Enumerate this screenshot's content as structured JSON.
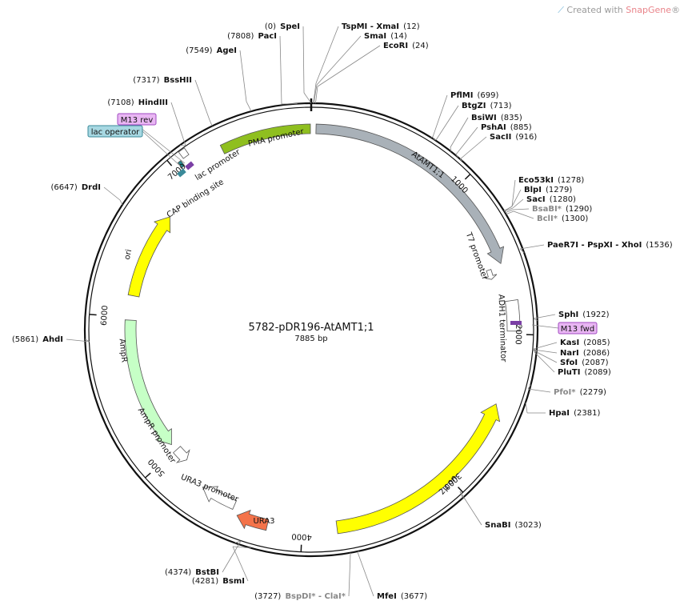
{
  "brand": {
    "prefix": "Created with ",
    "name": "SnapGene",
    "reg": "®",
    "icon": "snapgene-logo-icon",
    "color": "#e9848a"
  },
  "plasmid": {
    "name": "5782-pDR196-AtAMT1;1",
    "length_label": "7885 bp",
    "length": 7885
  },
  "ticks": [
    "1000",
    "2000",
    "3000",
    "4000",
    "5000",
    "6000",
    "7000"
  ],
  "sites": [
    {
      "pos": 0,
      "name": "SpeI",
      "pos_label": "(0)"
    },
    {
      "pos": 7808,
      "name": "PacI",
      "pos_label": "(7808)"
    },
    {
      "pos": 12,
      "name": "TspMI - XmaI",
      "pos_label": "(12)"
    },
    {
      "pos": 14,
      "name": "SmaI",
      "pos_label": "(14)"
    },
    {
      "pos": 24,
      "name": "EcoRI",
      "pos_label": "(24)"
    },
    {
      "pos": 7549,
      "name": "AgeI",
      "pos_label": "(7549)"
    },
    {
      "pos": 7317,
      "name": "BssHII",
      "pos_label": "(7317)"
    },
    {
      "pos": 7108,
      "name": "HindIII",
      "pos_label": "(7108)"
    },
    {
      "pos": 6647,
      "name": "DrdI",
      "pos_label": "(6647)"
    },
    {
      "pos": 5861,
      "name": "AhdI",
      "pos_label": "(5861)"
    },
    {
      "pos": 699,
      "name": "PflMI",
      "pos_label": "(699)"
    },
    {
      "pos": 713,
      "name": "BtgZI",
      "pos_label": "(713)"
    },
    {
      "pos": 835,
      "name": "BsiWI",
      "pos_label": "(835)"
    },
    {
      "pos": 885,
      "name": "PshAI",
      "pos_label": "(885)"
    },
    {
      "pos": 916,
      "name": "SacII",
      "pos_label": "(916)"
    },
    {
      "pos": 1278,
      "name": "Eco53kI",
      "pos_label": "(1278)"
    },
    {
      "pos": 1279,
      "name": "BlpI",
      "pos_label": "(1279)"
    },
    {
      "pos": 1280,
      "name": "SacI",
      "pos_label": "(1280)"
    },
    {
      "pos": 1290,
      "name": "BsaBI*",
      "pos_label": "(1290)",
      "grey": true
    },
    {
      "pos": 1300,
      "name": "BclI*",
      "pos_label": "(1300)",
      "grey": true
    },
    {
      "pos": 1536,
      "name": "PaeR7I - PspXI - XhoI",
      "pos_label": "(1536)"
    },
    {
      "pos": 1922,
      "name": "SphI",
      "pos_label": "(1922)"
    },
    {
      "pos": 2085,
      "name": "KasI",
      "pos_label": "(2085)"
    },
    {
      "pos": 2086,
      "name": "NarI",
      "pos_label": "(2086)"
    },
    {
      "pos": 2087,
      "name": "SfoI",
      "pos_label": "(2087)"
    },
    {
      "pos": 2089,
      "name": "PluTI",
      "pos_label": "(2089)"
    },
    {
      "pos": 2279,
      "name": "PfoI*",
      "pos_label": "(2279)",
      "grey": true
    },
    {
      "pos": 2381,
      "name": "HpaI",
      "pos_label": "(2381)"
    },
    {
      "pos": 3023,
      "name": "SnaBI",
      "pos_label": "(3023)"
    },
    {
      "pos": 3677,
      "name": "MfeI",
      "pos_label": "(3677)"
    },
    {
      "pos": 3727,
      "name": "BspDI* - ClaI*",
      "pos_label": "(3727)",
      "grey": true
    },
    {
      "pos": 4281,
      "name": "BsmI",
      "pos_label": "(4281)"
    },
    {
      "pos": 4374,
      "name": "BstBI",
      "pos_label": "(4374)"
    }
  ],
  "features": [
    {
      "name": "PMA promoter",
      "start": 7310,
      "end": 7880,
      "color": "#8fbf1f",
      "direction": "none"
    },
    {
      "name": "AtAMT1;1",
      "start": 30,
      "end": 1550,
      "color": "#a9b1b8",
      "direction": "cw"
    },
    {
      "name": "T7 promoter",
      "start": 1565,
      "end": 1630,
      "color": "#ffffff",
      "direction": "cw"
    },
    {
      "name": "ADH1 terminator",
      "start": 1790,
      "end": 1980,
      "color": "#ffffff",
      "direction": "none"
    },
    {
      "name": "2μ on",
      "start": 2450,
      "end": 3780,
      "color": "#ffff00",
      "direction": "ccw"
    },
    {
      "name": "URA3",
      "start": 4420,
      "end": 4220,
      "color": "#f4734a",
      "direction": "cw"
    },
    {
      "name": "URA3 promoter",
      "start": 4700,
      "end": 4460,
      "color": "#ffffff",
      "direction": "cw"
    },
    {
      "name": "AmpR promoter",
      "start": 4900,
      "end": 5000,
      "color": "#ffffff",
      "direction": "ccw"
    },
    {
      "name": "AmpR",
      "start": 5050,
      "end": 5980,
      "color": "#c6ffc6",
      "direction": "ccw"
    },
    {
      "name": "ori",
      "start": 6150,
      "end": 6760,
      "color": "#ffff00",
      "direction": "cw"
    },
    {
      "name": "lac promoter",
      "start": 7080,
      "end": 7120,
      "color": "#ffffff",
      "direction": "none"
    },
    {
      "name": "CAP binding site",
      "start": 7040,
      "end": 7060,
      "color": "#24888f",
      "direction": "none"
    }
  ],
  "primers": [
    {
      "name": "M13 rev",
      "color": "#e9b6f3",
      "border": "#a04bc0"
    },
    {
      "name": "lac operator",
      "color": "#a7d8e2",
      "border": "#3a8a99"
    },
    {
      "name": "M13 fwd",
      "color": "#e9b6f3",
      "border": "#a04bc0"
    }
  ]
}
